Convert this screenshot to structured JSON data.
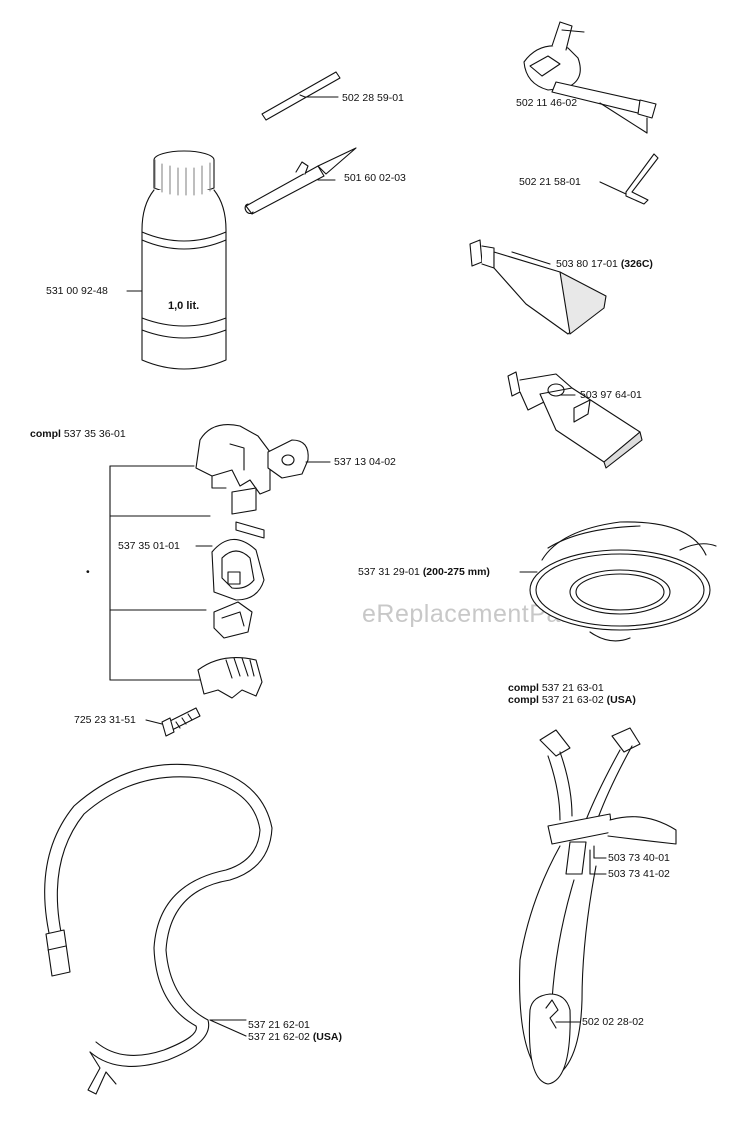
{
  "watermark": "eReplacementParts.com",
  "parts": {
    "pin": "502 28 59-01",
    "file_holder": "501 60 02-03",
    "bottle": "531 00 92-48",
    "bottle_capacity": "1,0 lit.",
    "combination_wrench": "502 11 46-02",
    "hex_key": "502 21 58-01",
    "grease_tube_no": "503 80 17-01",
    "grease_tube_note": "(326C)",
    "grease_gun": "503 97 64-01",
    "trimmer_line_no": "537 31 29-01",
    "trimmer_line_note": "(200-275 mm)",
    "harness_kit_prefix": "compl",
    "harness_kit_no": "537 35 36-01",
    "cover_clip": "537 13 04-02",
    "strap_ring": "537 35 01-01",
    "bullet": "•",
    "screw": "725 23 31-51",
    "strap_no_1": "537 21 62-01",
    "strap_no_2": "537 21 62-02",
    "strap_note_2": "(USA)",
    "harness_prefix_1": "compl",
    "harness_no_1": "537 21 63-01",
    "harness_prefix_2": "compl",
    "harness_no_2": "537 21 63-02",
    "harness_note_2": "(USA)",
    "buckle_1": "503 73 40-01",
    "buckle_2": "503 73 41-02",
    "hip_pad": "502 02 28-02"
  }
}
